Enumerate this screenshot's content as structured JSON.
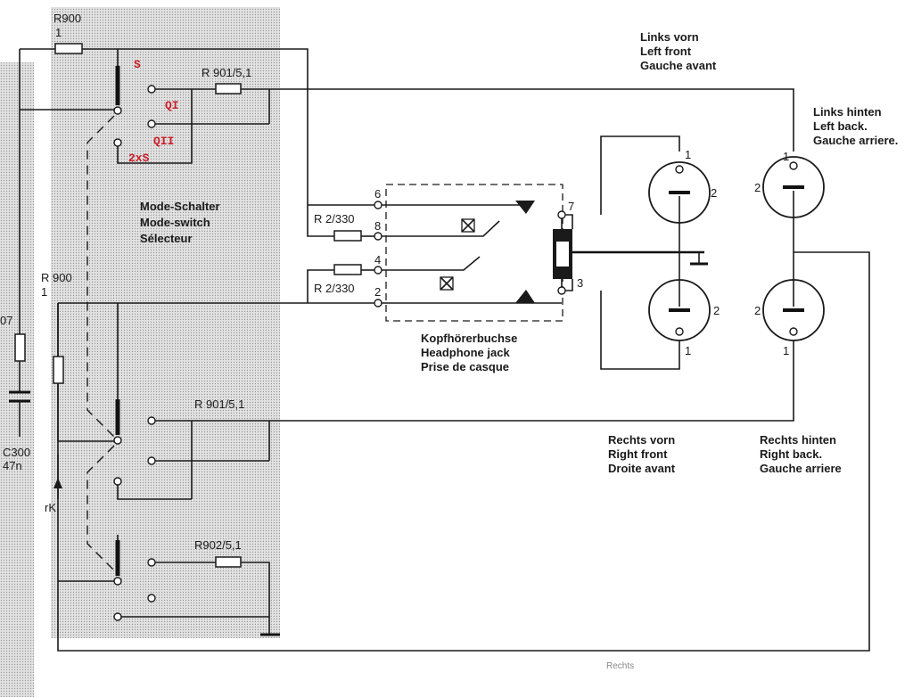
{
  "components": {
    "r900_top": {
      "ref": "R900",
      "value": "1"
    },
    "r900_mid": {
      "ref": "R 900",
      "value": "1"
    },
    "r901_top": "R 901/5,1",
    "r901_mid": "R 901/5,1",
    "r902": "R902/5,1",
    "r2_top": "R 2/330",
    "r2_bottom": "R 2/330",
    "c300": {
      "ref": "C300",
      "value": "47n"
    },
    "partial_label": "07",
    "rk": "rK"
  },
  "switch_labels": {
    "s": "S",
    "qi": "QI",
    "qii": "QII",
    "twoxs": "2xS"
  },
  "mode_switch": [
    "Mode-Schalter",
    "Mode-switch",
    "Sélecteur"
  ],
  "jack": {
    "caption": [
      "Kopfhörerbuchse",
      "Headphone jack",
      "Prise de casque"
    ],
    "pins": [
      "6",
      "8",
      "4",
      "2",
      "7",
      "3"
    ]
  },
  "speakers": {
    "left_front": {
      "caption": [
        "Links vorn",
        "Left front",
        "Gauche avant"
      ],
      "pins": [
        "1",
        "2"
      ]
    },
    "left_back": {
      "caption": [
        "Links hinten",
        "Left back.",
        "Gauche arriere."
      ],
      "pins": [
        "1",
        "2"
      ]
    },
    "right_front": {
      "caption": [
        "Rechts vorn",
        "Right front",
        "Droite avant"
      ],
      "pins": [
        "2",
        "1"
      ]
    },
    "right_back": {
      "caption": [
        "Rechts hinten",
        "Right back.",
        "Gauche arriere"
      ],
      "pins": [
        "2",
        "1"
      ]
    }
  },
  "footer_scrap": "Rechts",
  "colors": {
    "ink": "#1a1a1a",
    "shade": "#d9d9d9",
    "accent_red": "#cc1f2a"
  }
}
